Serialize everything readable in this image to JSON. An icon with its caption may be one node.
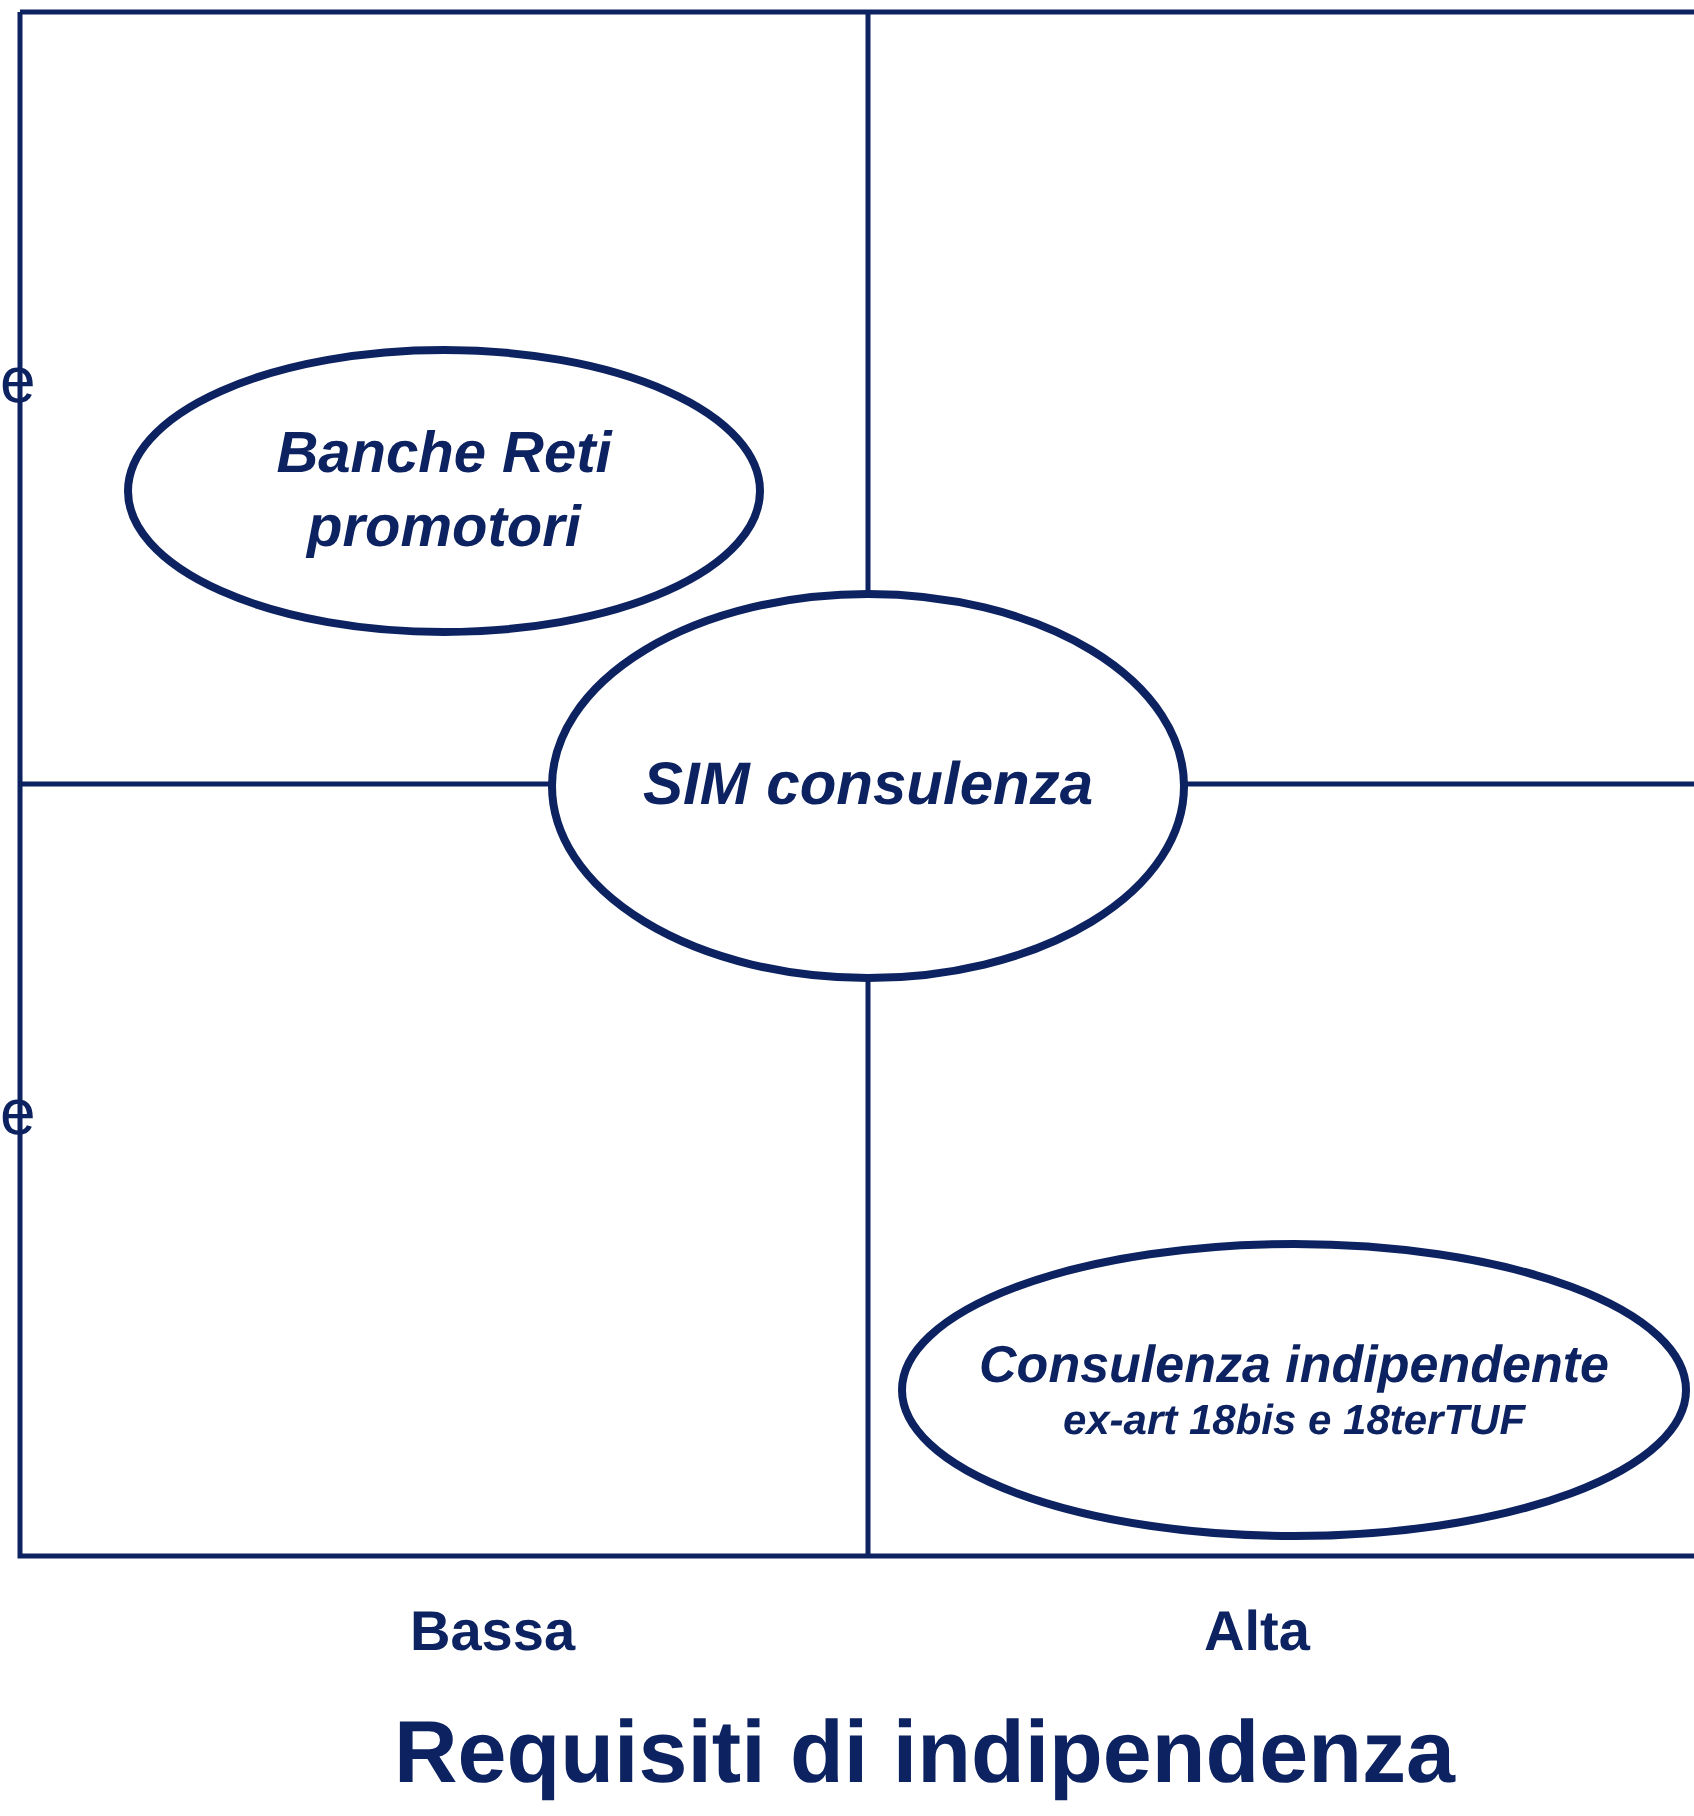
{
  "diagram": {
    "nodes": [
      {
        "text": [
          "Banche Reti promotori"
        ]
      },
      {
        "text": [
          "SIM  consulenza"
        ]
      },
      {
        "text": [
          "Consulenza indipendente",
          "ex-art 18bis e 18terTUF"
        ]
      }
    ],
    "edges": [],
    "labels": [
      "e",
      "e",
      "Bassa",
      "Alta",
      "Requisiti di indipendenza"
    ]
  }
}
